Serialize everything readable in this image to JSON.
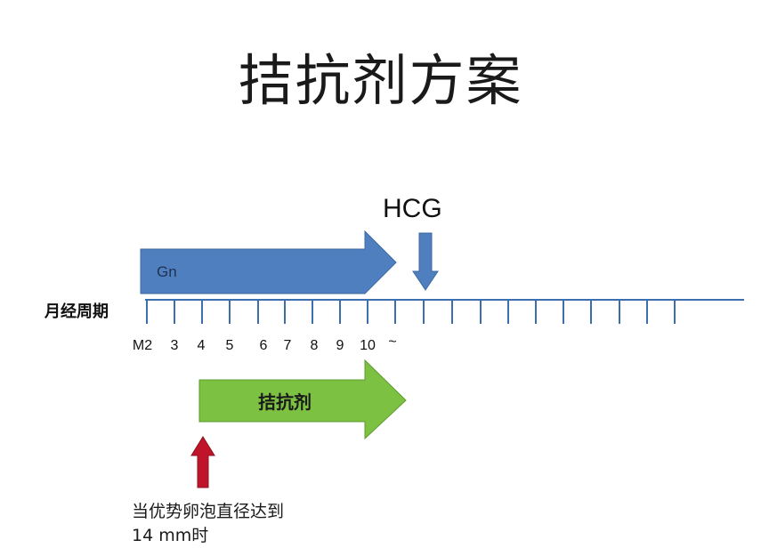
{
  "title": "拮抗剂方案",
  "hcg_label": "HCG",
  "gn_label": "Gn",
  "axis_label": "月经周期",
  "tick_labels": [
    "M2",
    "3",
    "4",
    "5",
    "6",
    "7",
    "8",
    "9",
    "10",
    "~"
  ],
  "antagonist_label": "拮抗剂",
  "note_line1": "当优势卵泡直径达到",
  "note_line2": "14 mm时",
  "colors": {
    "gn_arrow": "#4f7fbe",
    "antagonist_arrow": "#7cc142",
    "trigger_arrow": "#c0142a",
    "timeline": "#3b6fae"
  }
}
